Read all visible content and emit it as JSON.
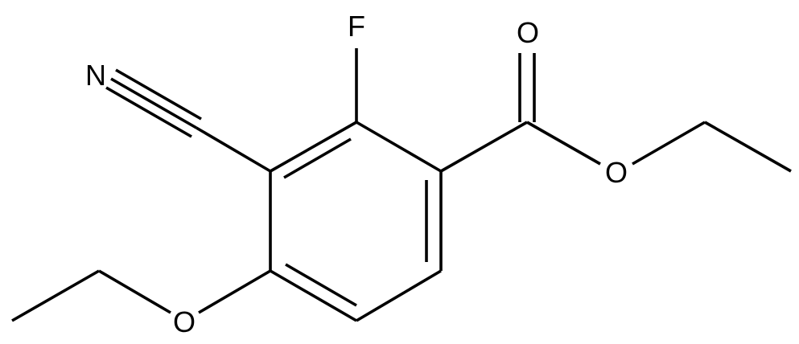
{
  "molecule": {
    "atoms": {
      "fluorine": "F",
      "nitrile_nitrogen": "N",
      "carbonyl_oxygen": "O",
      "ester_oxygen": "O",
      "ether_oxygen": "O"
    },
    "colors": {
      "bond": "#000000",
      "label": "#000000",
      "background": "#ffffff"
    }
  }
}
